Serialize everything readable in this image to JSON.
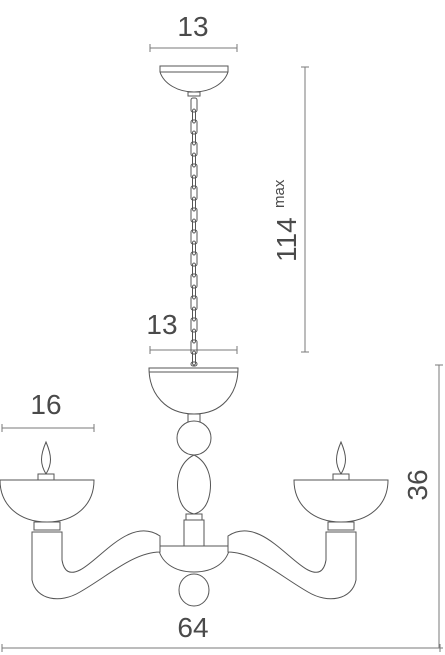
{
  "dimensions": {
    "canopy_width": "13",
    "drop_height": "114",
    "drop_height_suffix": "max",
    "bowl_width": "13",
    "cup_width": "16",
    "body_height": "36",
    "overall_width": "64"
  }
}
